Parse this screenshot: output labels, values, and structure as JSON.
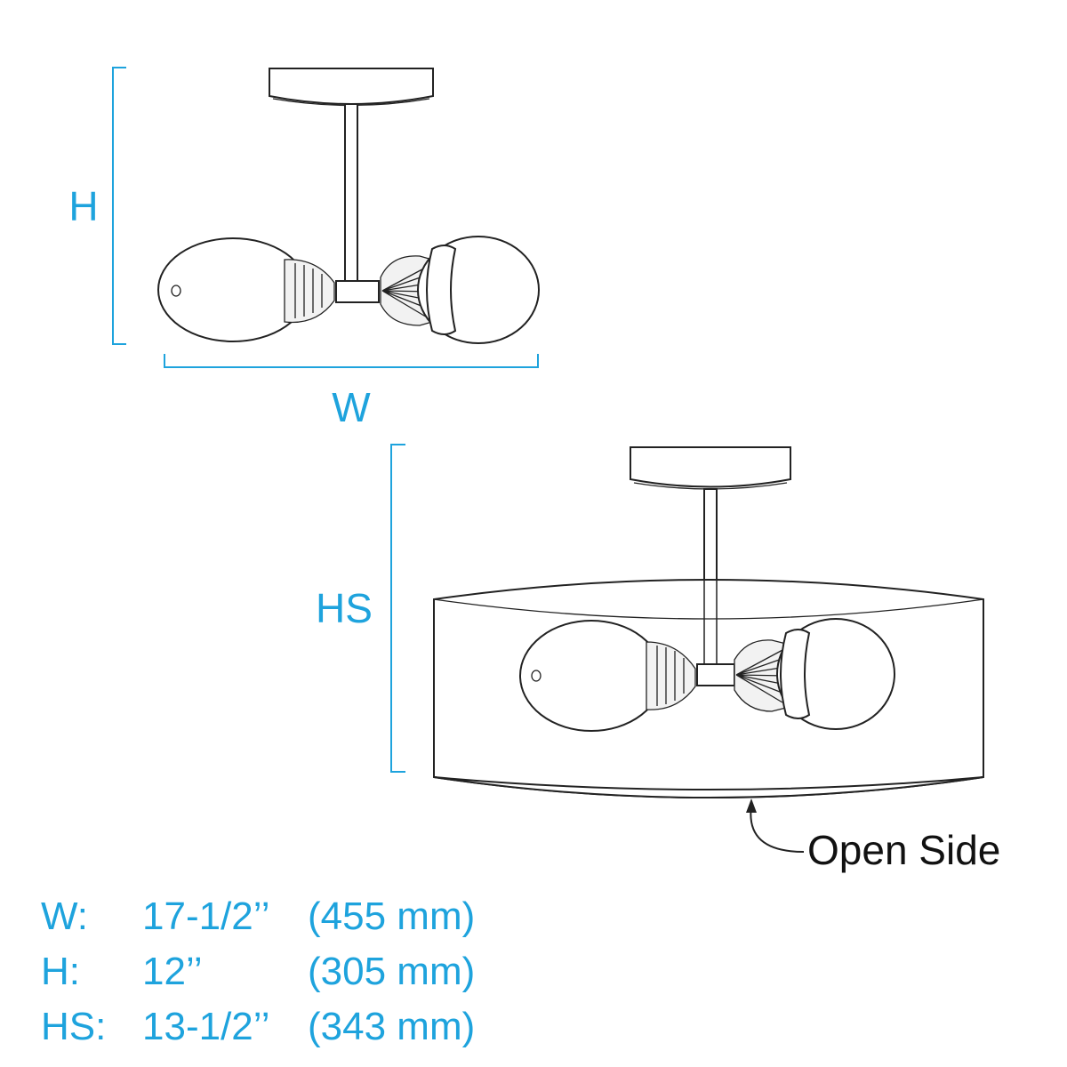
{
  "dimension_labels": {
    "height": "H",
    "width": "W",
    "height_with_shade": "HS"
  },
  "callout": {
    "open_side": "Open Side"
  },
  "specs": [
    {
      "label": "W:",
      "imperial": "17-1/2’’",
      "metric": "(455 mm)"
    },
    {
      "label": "H:",
      "imperial": "12’’",
      "metric": "(305 mm)"
    },
    {
      "label": "HS:",
      "imperial": "13-1/2’’",
      "metric": "(343 mm)"
    }
  ],
  "colors": {
    "dimension_accent": "#1ea3dd",
    "line_art": "#222222"
  }
}
